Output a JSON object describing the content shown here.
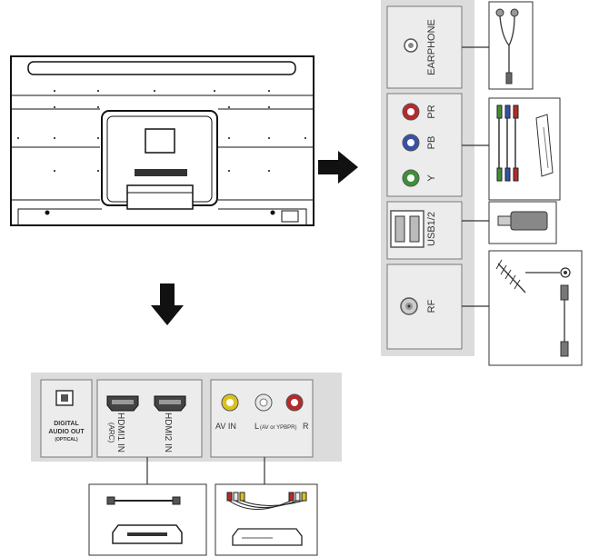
{
  "side_panel": {
    "earphone_label": "EARPHONE",
    "pr_label": "PR",
    "pb_label": "PB",
    "y_label": "Y",
    "usb_label": "USB1/2",
    "rf_label": "RF"
  },
  "bottom_panel": {
    "digital_line1": "DIGITAL",
    "digital_line2": "AUDIO OUT",
    "digital_line3": "(OPTICAL)",
    "hdmi1_label": "HDMI1 IN",
    "hdmi1_sub": "(ARC)",
    "hdmi2_label": "HDMI2 IN",
    "av_in_label": "AV  IN",
    "lr_label_l": "L",
    "lr_label_mid": "(AV  or  YPBPR)",
    "lr_label_r": "R"
  },
  "colors": {
    "panel_bg": "#dcdcdc",
    "box_bg": "#ececec",
    "red_jack": "#b52b2b",
    "blue_jack": "#3a4fa6",
    "green_jack": "#3f8f3a",
    "yellow_jack": "#d9c21f",
    "white_jack": "#e8e8e8"
  }
}
